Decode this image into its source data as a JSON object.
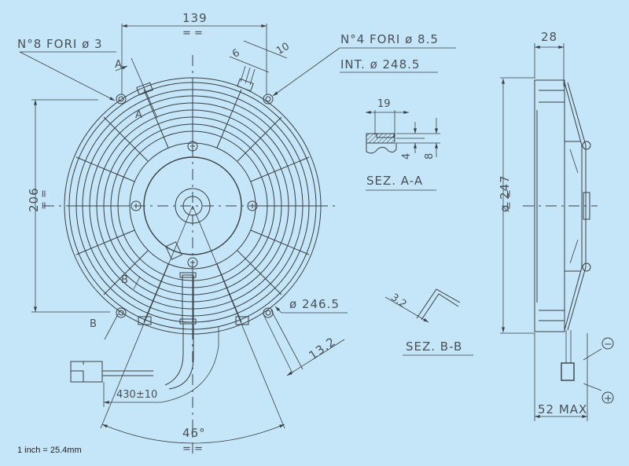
{
  "drawing": {
    "title": "Radiator fan technical drawing",
    "background_color": "#c5e6f8",
    "line_color": "#3a3f44",
    "front_view": {
      "width_dim": "139",
      "height_dim": "206",
      "holes_note": "N°8 FORI ø 3",
      "mount_holes_note": "N°4 FORI ø 8.5",
      "interaxis_note": "INT. ø 248.5",
      "outer_diameter": "ø 246.5",
      "slot_dim_6": "6",
      "slot_dim_10": "10",
      "offset_dim": "13.2",
      "cable_length": "430±10",
      "angle": "46°",
      "section_a_label": "A",
      "section_b_label": "B"
    },
    "section_aa": {
      "label": "SEZ. A-A",
      "dim_width": "19",
      "dim_4": "4",
      "dim_8": "8"
    },
    "section_bb": {
      "label": "SEZ. B-B",
      "dim_thickness": "3.2"
    },
    "side_view": {
      "depth_dim": "28",
      "diameter": "ø 247",
      "max_depth": "52 MAX",
      "negative_symbol": "−",
      "positive_symbol": "+"
    },
    "footnote": "1 inch = 25.4mm",
    "equal_marks": "= ="
  }
}
